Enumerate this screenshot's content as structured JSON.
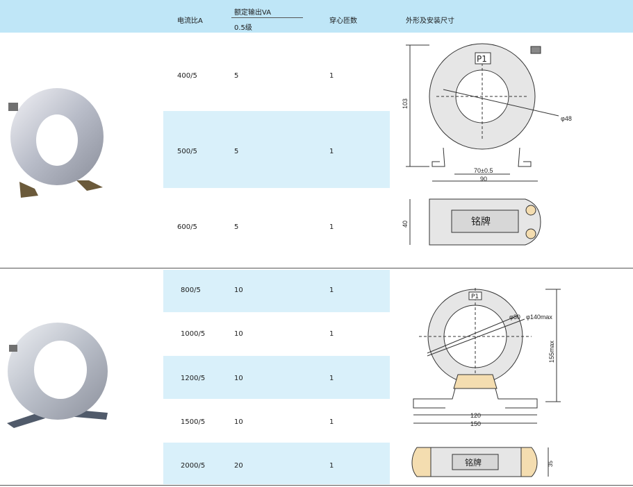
{
  "header": {
    "ratio": "电流比A",
    "rated_output": "额定输出VA",
    "accuracy_class": "0.5级",
    "turns": "穿心匝数",
    "dimensions": "外形及安装尺寸"
  },
  "group1": {
    "rows": [
      {
        "ratio": "400/5",
        "va": "5",
        "turns": "1"
      },
      {
        "ratio": "500/5",
        "va": "5",
        "turns": "1"
      },
      {
        "ratio": "600/5",
        "va": "5",
        "turns": "1"
      }
    ],
    "drawing": {
      "terminal": "P1",
      "height": "103",
      "inner_dia": "φ48",
      "mount": "70±0.5",
      "width": "90",
      "depth": "40",
      "nameplate": "铭牌"
    }
  },
  "group2": {
    "rows": [
      {
        "ratio": "800/5",
        "va": "10",
        "turns": "1"
      },
      {
        "ratio": "1000/5",
        "va": "10",
        "turns": "1"
      },
      {
        "ratio": "1200/5",
        "va": "10",
        "turns": "1"
      },
      {
        "ratio": "1500/5",
        "va": "10",
        "turns": "1"
      },
      {
        "ratio": "2000/5",
        "va": "20",
        "turns": "1"
      }
    ],
    "drawing": {
      "terminal": "P1",
      "inner_dia": "φ80",
      "outer_dia": "φ140max",
      "height": "155max",
      "mount": "120",
      "width": "150",
      "depth": "35",
      "nameplate": "铭牌"
    }
  },
  "colors": {
    "header_bg": "#bfe6f7",
    "band": "#d9f0fa",
    "separator": "#555555"
  }
}
